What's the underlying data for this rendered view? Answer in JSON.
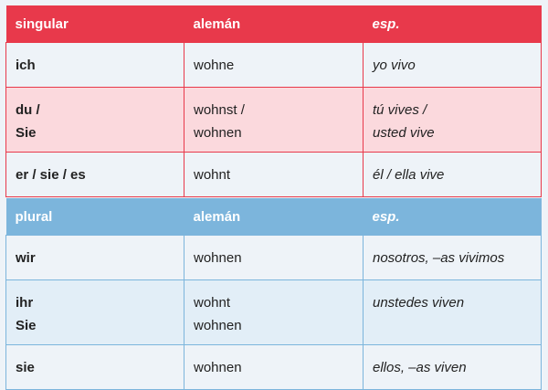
{
  "singular": {
    "headers": [
      "singular",
      "alemán",
      "esp."
    ],
    "rows": [
      {
        "pronoun": [
          "ich"
        ],
        "german": [
          "wohne"
        ],
        "spanish": [
          "yo vivo"
        ]
      },
      {
        "pronoun": [
          "du /",
          "Sie"
        ],
        "german": [
          "wohnst /",
          "wohnen"
        ],
        "spanish": [
          "tú vives /",
          "usted vive"
        ]
      },
      {
        "pronoun": [
          "er / sie / es"
        ],
        "german": [
          "wohnt"
        ],
        "spanish": [
          "él / ella vive"
        ]
      }
    ]
  },
  "plural": {
    "headers": [
      "plural",
      "alemán",
      "esp."
    ],
    "rows": [
      {
        "pronoun": [
          "wir"
        ],
        "german": [
          "wohnen"
        ],
        "spanish": [
          "nosotros, –as vivimos"
        ]
      },
      {
        "pronoun": [
          "ihr",
          "Sie"
        ],
        "german": [
          "wohnt",
          "wohnen"
        ],
        "spanish": [
          "unstedes viven"
        ]
      },
      {
        "pronoun": [
          "sie"
        ],
        "german": [
          "wohnen"
        ],
        "spanish": [
          "ellos, –as viven"
        ]
      }
    ]
  },
  "colors": {
    "singular_header": "#e8394b",
    "singular_alt_row": "#fbd9dd",
    "plural_header": "#7cb5dc",
    "plural_alt_row": "#e2eef7"
  }
}
